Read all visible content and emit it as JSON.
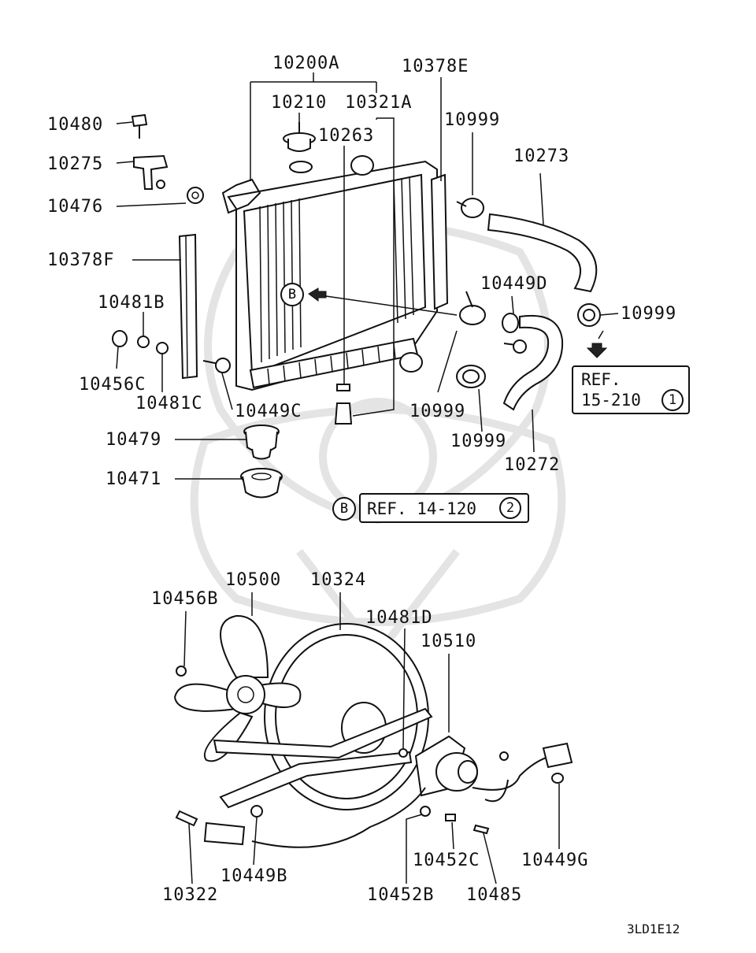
{
  "labels": {
    "p10200A": "10200A",
    "p10378E": "10378E",
    "p10210": "10210",
    "p10321A": "10321A",
    "p10263": "10263",
    "p10999_top": "10999",
    "p10480": "10480",
    "p10273": "10273",
    "p10275": "10275",
    "p10476": "10476",
    "p10378F": "10378F",
    "p10449D": "10449D",
    "p10481B": "10481B",
    "p10999_right": "10999",
    "p10456C": "10456C",
    "p10481C": "10481C",
    "p10449C": "10449C",
    "p10999_mid": "10999",
    "p10999_low": "10999",
    "p10479": "10479",
    "p10272": "10272",
    "p10471": "10471",
    "p10500": "10500",
    "p10324": "10324",
    "p10456B": "10456B",
    "p10481D": "10481D",
    "p10510": "10510",
    "p10449G": "10449G",
    "p10452C": "10452C",
    "p10449B": "10449B",
    "p10322": "10322",
    "p10452B": "10452B",
    "p10485": "10485"
  },
  "refs": {
    "ref1_line1": "REF.",
    "ref1_line2": "15-210",
    "ref1_num": "1",
    "ref2_text": "REF. 14-120",
    "ref2_num": "2",
    "b_marker": "B"
  },
  "diagram_code": "3LD1E12"
}
